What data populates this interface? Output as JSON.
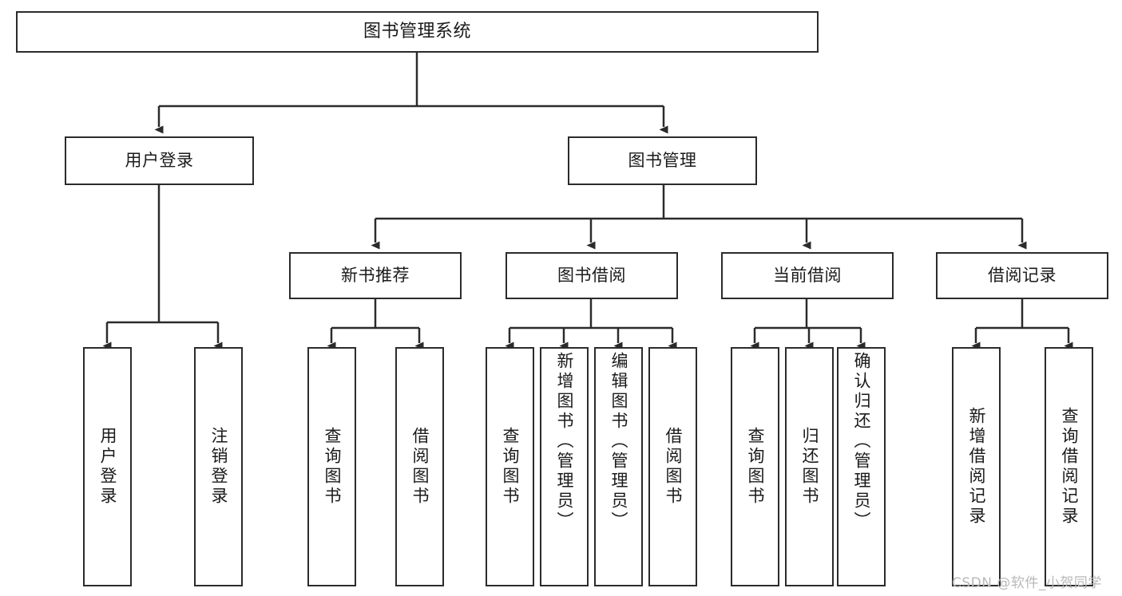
{
  "diagram": {
    "type": "tree-hierarchy",
    "title": "图书管理系统",
    "orientation": "top-down",
    "colors": {
      "node_border": "#2b2b2b",
      "node_fill": "#ffffff",
      "edge": "#2b2b2b",
      "text": "#1a1a1a",
      "watermark": "#b9b9b9",
      "background": "#ffffff"
    }
  },
  "root": {
    "label": "图书管理系统"
  },
  "level2": [
    {
      "id": "user-login",
      "label": "用户登录"
    },
    {
      "id": "book-management",
      "label": "图书管理"
    }
  ],
  "level3": [
    {
      "id": "new-book-recommend",
      "label": "新书推荐"
    },
    {
      "id": "book-borrow",
      "label": "图书借阅"
    },
    {
      "id": "current-borrow",
      "label": "当前借阅"
    },
    {
      "id": "borrow-record",
      "label": "借阅记录"
    }
  ],
  "leaves": {
    "user_login": [
      {
        "id": "leaf-user-login",
        "label": "用户登录"
      },
      {
        "id": "leaf-logout-login",
        "label": "注销登录"
      }
    ],
    "new_book_recommend": [
      {
        "id": "leaf-query-book-1",
        "label": "查询图书"
      },
      {
        "id": "leaf-borrow-book-1",
        "label": "借阅图书"
      }
    ],
    "book_borrow": [
      {
        "id": "leaf-query-book-2",
        "label": "查询图书"
      },
      {
        "id": "leaf-add-book",
        "label": "新增图书（管理员）"
      },
      {
        "id": "leaf-edit-book",
        "label": "编辑图书（管理员）"
      },
      {
        "id": "leaf-borrow-book-2",
        "label": "借阅图书"
      }
    ],
    "current_borrow": [
      {
        "id": "leaf-query-book-3",
        "label": "查询图书"
      },
      {
        "id": "leaf-return-book",
        "label": "归还图书"
      },
      {
        "id": "leaf-confirm-return",
        "label": "确认归还（管理员）"
      }
    ],
    "borrow_record": [
      {
        "id": "leaf-add-record",
        "label": "新增借阅记录"
      },
      {
        "id": "leaf-query-record",
        "label": "查询借阅记录"
      }
    ]
  },
  "watermark": {
    "text": "CSDN @软件_小贺同学"
  }
}
